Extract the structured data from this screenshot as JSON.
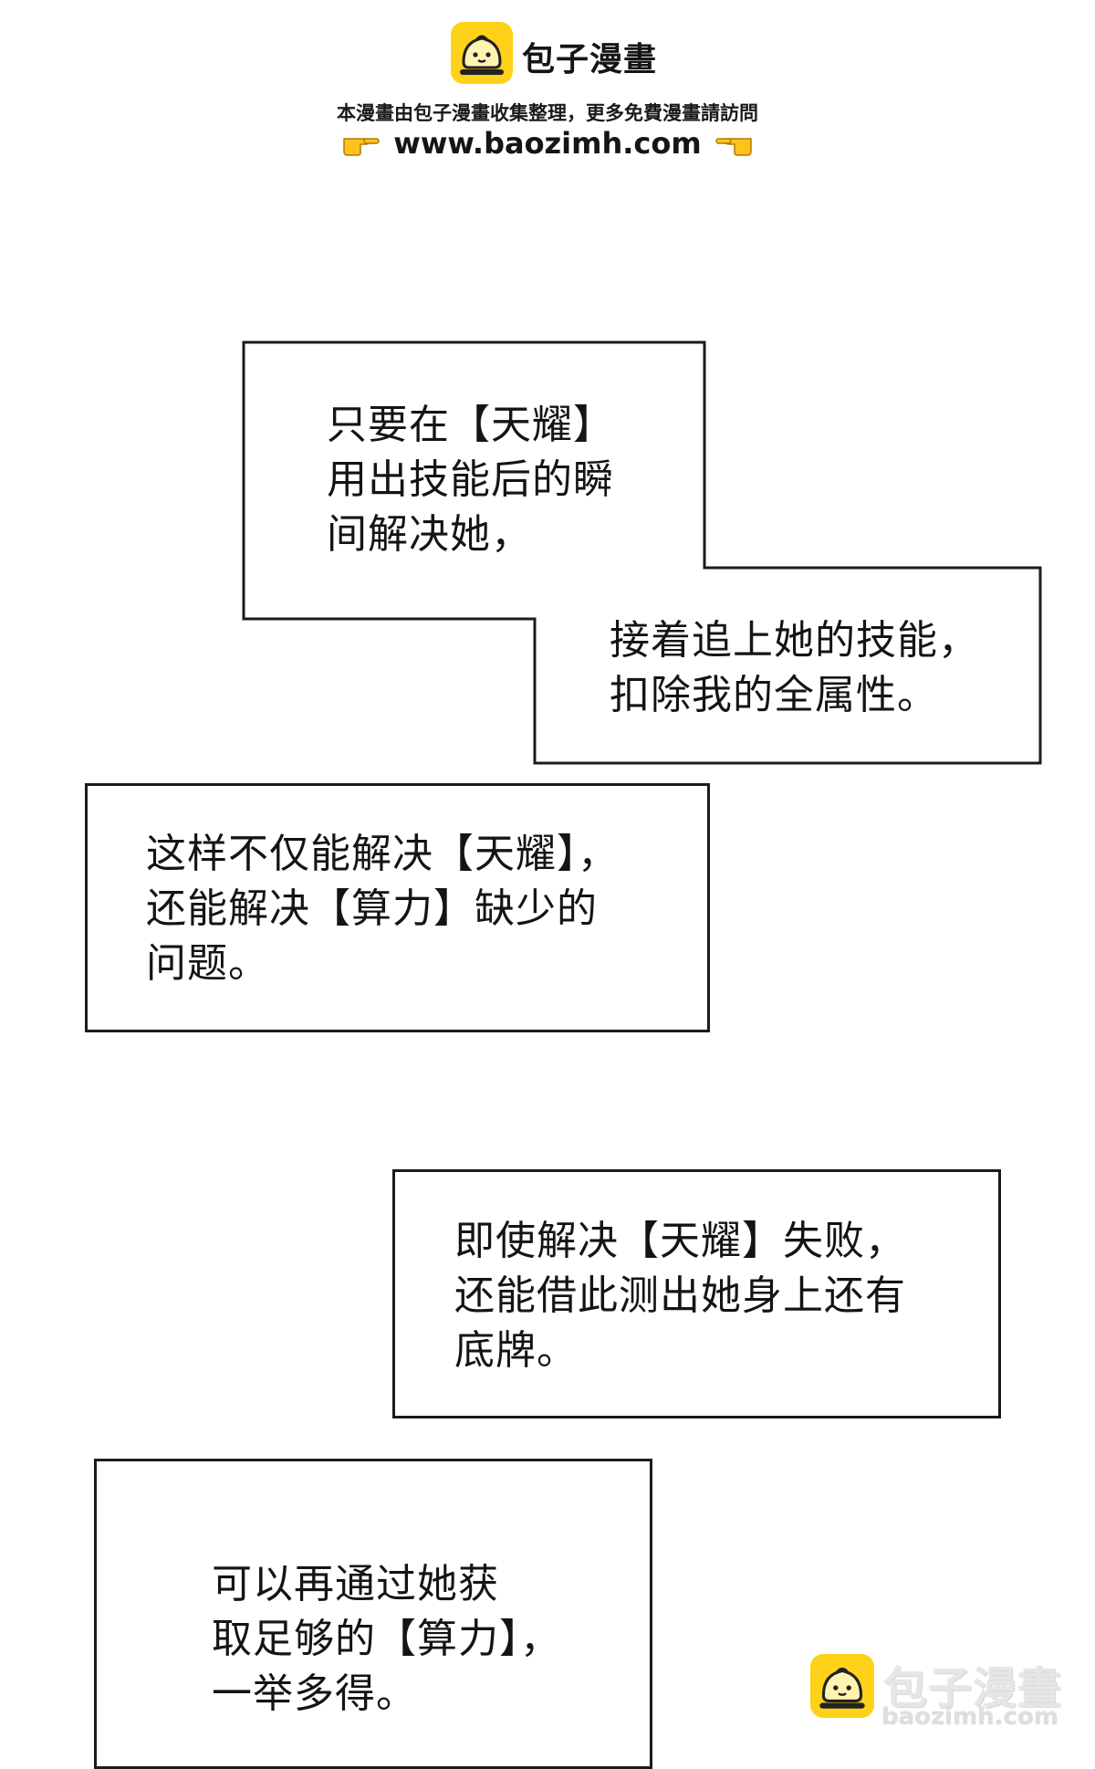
{
  "header": {
    "brand_name": "包子漫畫",
    "tagline": "本漫畫由包子漫畫收集整理，更多免費漫畫請訪問",
    "url": "www.baozimh.com",
    "logo_icon": "bun-icon",
    "hand_icon": "pointing-hand-icon",
    "accent_color": "#ffd21a"
  },
  "captions": [
    {
      "text": "只要在【天耀】\n用出技能后的瞬\n间解决她，"
    },
    {
      "text": "接着追上她的技能，\n扣除我的全属性。"
    },
    {
      "text": "这样不仅能解决【天耀】，\n还能解决【算力】缺少的\n问题。"
    },
    {
      "text": "即使解决【天耀】失败，\n还能借此测出她身上还有\n底牌。"
    },
    {
      "text": "可以再通过她获\n取足够的【算力】，\n一举多得。"
    }
  ],
  "watermark": {
    "brand_name": "包子漫畫",
    "url": "baozimh.com"
  }
}
